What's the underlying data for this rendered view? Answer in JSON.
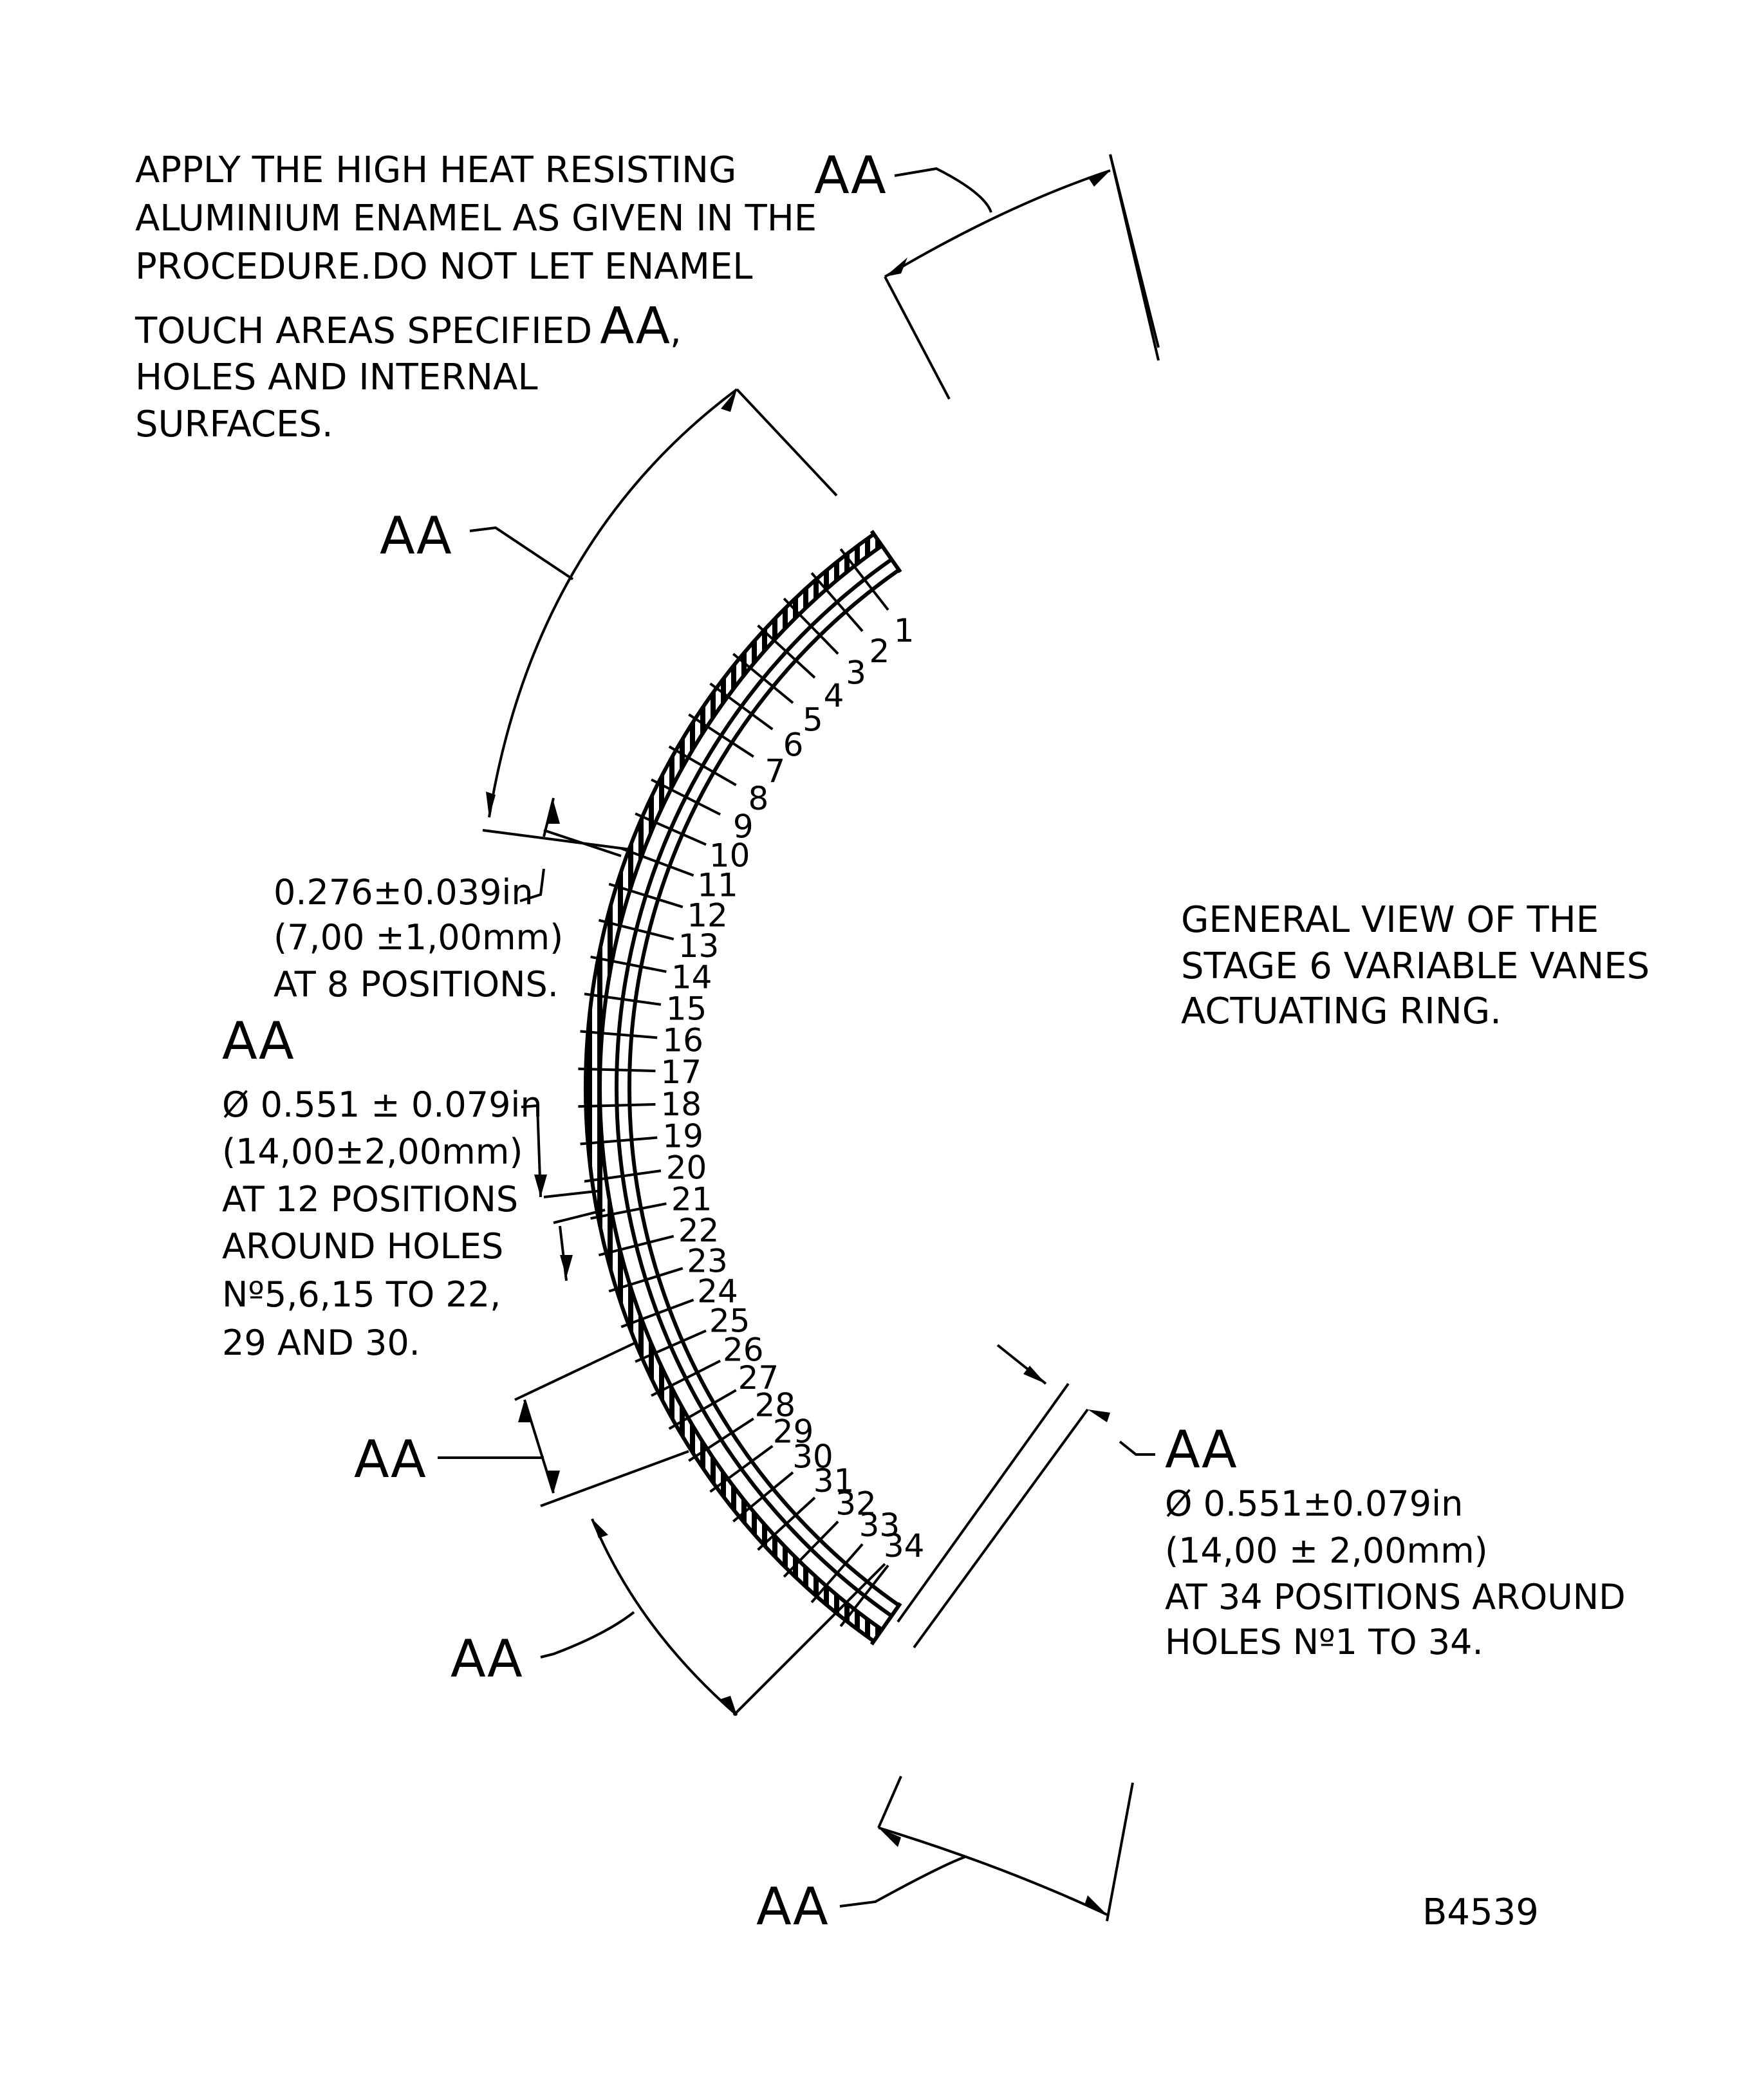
{
  "note": {
    "line1": "APPLY THE HIGH HEAT RESISTING",
    "line2": "ALUMINIUM ENAMEL AS GIVEN IN THE",
    "line3": "PROCEDURE.DO NOT LET ENAMEL",
    "line4_pre": "TOUCH AREAS SPECIFIED",
    "line4_aa": "AA",
    "line4_post": ",",
    "line5": "HOLES AND INTERNAL",
    "line6": "SURFACES."
  },
  "aa_label": "AA",
  "dim_slot": {
    "line1": "0.276±0.039in",
    "line2": "(7,00 ±1,00mm)",
    "line3": "AT 8 POSITIONS."
  },
  "dim_holes_partial": {
    "line1": "Ø 0.551 ± 0.079in",
    "line2": "(14,00±2,00mm)",
    "line3": "AT 12 POSITIONS",
    "line4": "AROUND HOLES",
    "line5": "Nº5,6,15 TO 22,",
    "line6": "29 AND 30."
  },
  "dim_holes_all": {
    "line1": "Ø 0.551±0.079in",
    "line2": "(14,00 ± 2,00mm)",
    "line3": "AT 34 POSITIONS AROUND",
    "line4": "HOLES Nº1 TO 34."
  },
  "title": {
    "line1": "GENERAL VIEW OF THE",
    "line2": "STAGE 6 VARIABLE VANES",
    "line3": "ACTUATING RING."
  },
  "drawing_ref": "B4539",
  "hole_numbers": [
    "1",
    "2",
    "3",
    "4",
    "5",
    "6",
    "7",
    "8",
    "9",
    "10",
    "11",
    "12",
    "13",
    "14",
    "15",
    "16",
    "17",
    "18",
    "19",
    "20",
    "21",
    "22",
    "23",
    "24",
    "25",
    "26",
    "27",
    "28",
    "29",
    "30",
    "31",
    "32",
    "33",
    "34"
  ]
}
